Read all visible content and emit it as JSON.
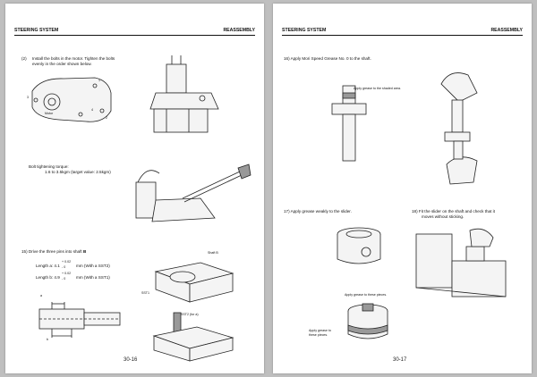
{
  "left": {
    "header_left": "STEERING SYSTEM",
    "header_right": "REASSEMBLY",
    "step2_num": "(2)",
    "step2_line1": "Install the bolts in the motor. Tighten the bolts",
    "step2_line2": "evenly in the order shown below.",
    "motor_label": "Motor",
    "bolt_labels": [
      "1",
      "2",
      "3",
      "4"
    ],
    "torque_heading": "Bolt tightening torque:",
    "torque_value": "1.6  to 3.5kgm (target value: 2.5kgm)",
    "step15": "15) Drive the three pins into shaft ",
    "step15_bold": "B",
    "length_a_label": "Length a: 4.1",
    "length_a_tol_top": "+ 0.02",
    "length_a_tol_bottom": "- 0",
    "length_a_unit": "mm (With a SST2)",
    "length_b_label": "Length b: 4.9",
    "length_b_tol_top": "+ 0.02",
    "length_b_tol_bottom": "- 0",
    "length_b_unit": "mm (With a SST1)",
    "shaft_b_label": "Shaft B",
    "sst1_label": "SST1",
    "sst2_label": "SST2 (for a)",
    "dim_a": "a",
    "dim_b": "b",
    "page_number": "30-16"
  },
  "right": {
    "header_left": "STEERING SYSTEM",
    "header_right": "REASSEMBLY",
    "step16": "16) Apply Mori Speed Grease No. 0 to the shaft.",
    "grease_label": "Apply grease to the shaded area.",
    "step17": "17) Apply grease weakly to the slider.",
    "step18_line1": "18) Fit the slider on the shaft and check that it",
    "step18_line2": "moves without sticking.",
    "apply_pieces": "Apply grease to these pieces.",
    "apply_pieces2_line1": "Apply grease to",
    "apply_pieces2_line2": "these pieces.",
    "page_number": "30-17"
  }
}
